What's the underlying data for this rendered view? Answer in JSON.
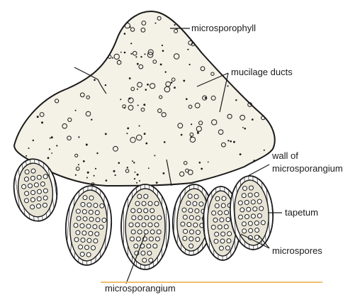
{
  "figure": {
    "labels": {
      "microsporophyll": "microsporophyll",
      "mucilage_ducts": "mucilage ducts",
      "wall_line1": "wall of",
      "wall_line2": "microsporangium",
      "tapetum": "tapetum",
      "microspores": "microspores",
      "microsporangium": "microsporangium"
    },
    "colors": {
      "tissue_fill": "#f4f1e6",
      "sporangium_fill": "#e8e4d6",
      "ink": "#1a1a1a",
      "caption_rule": "#f0c070"
    }
  }
}
